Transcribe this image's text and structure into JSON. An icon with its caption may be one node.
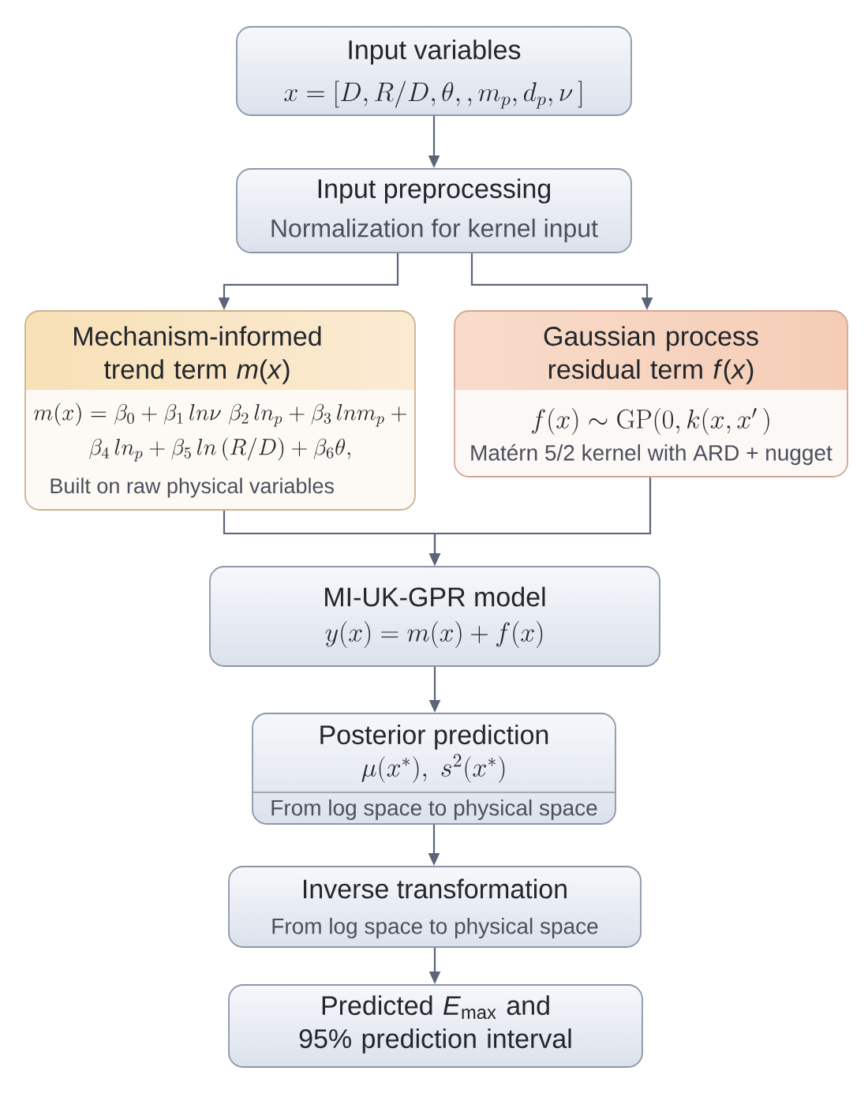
{
  "diagram": {
    "nodes": [
      {
        "text": [
          "Input variables",
          "x = [D, R/D, \\theta,, m_p, d_p, \\nu\\,]"
        ]
      },
      {
        "text": [
          "Input preprocessing",
          "Normalization for kernel input"
        ]
      },
      {
        "text": [
          "Mechanism-informed trend term *m*(*x*)",
          "m(x) = \\beta_0 + \\beta_1\\, ln\\nu\\;\\beta_2\\, ln_p + \\beta_3\\, lnm_p + \\beta_4\\, ln_p + \\beta_5\\, ln\\,(R/D) + \\beta_6\\theta,",
          "Built on raw physical variables"
        ]
      },
      {
        "text": [
          "Gaussian process residual term *f*(*x*)",
          "f(x) \\sim \\mathrm{GP}(0, k(x, x'\\,)",
          "Matérn 5/2 kernel with ARD + nugget"
        ]
      },
      {
        "text": [
          "MI-UK-GPR model",
          "y(x) = m(x) + f(x)"
        ]
      },
      {
        "text": [
          "Posterior prediction",
          "\\mu(x^{*}),\\ s^{2}(x^{*})",
          "From log space to physical space"
        ]
      },
      {
        "text": [
          "Inverse transformation",
          "From log space to physical space"
        ]
      },
      {
        "text": [
          "Predicted *E*$_{max}$ and 95% prediction interval"
        ]
      }
    ],
    "edges": [
      {
        "from": 0,
        "to": 1,
        "arrow": "to"
      },
      {
        "from": 1,
        "to": 2,
        "arrow": "to"
      },
      {
        "from": 1,
        "to": 3,
        "arrow": "to"
      },
      {
        "from": 2,
        "to": 4,
        "arrow": "to"
      },
      {
        "from": 3,
        "to": 4,
        "arrow": "to"
      },
      {
        "from": 4,
        "to": 5,
        "arrow": "to"
      },
      {
        "from": 5,
        "to": 6,
        "arrow": "to"
      },
      {
        "from": 6,
        "to": 7,
        "arrow": "to"
      }
    ]
  }
}
